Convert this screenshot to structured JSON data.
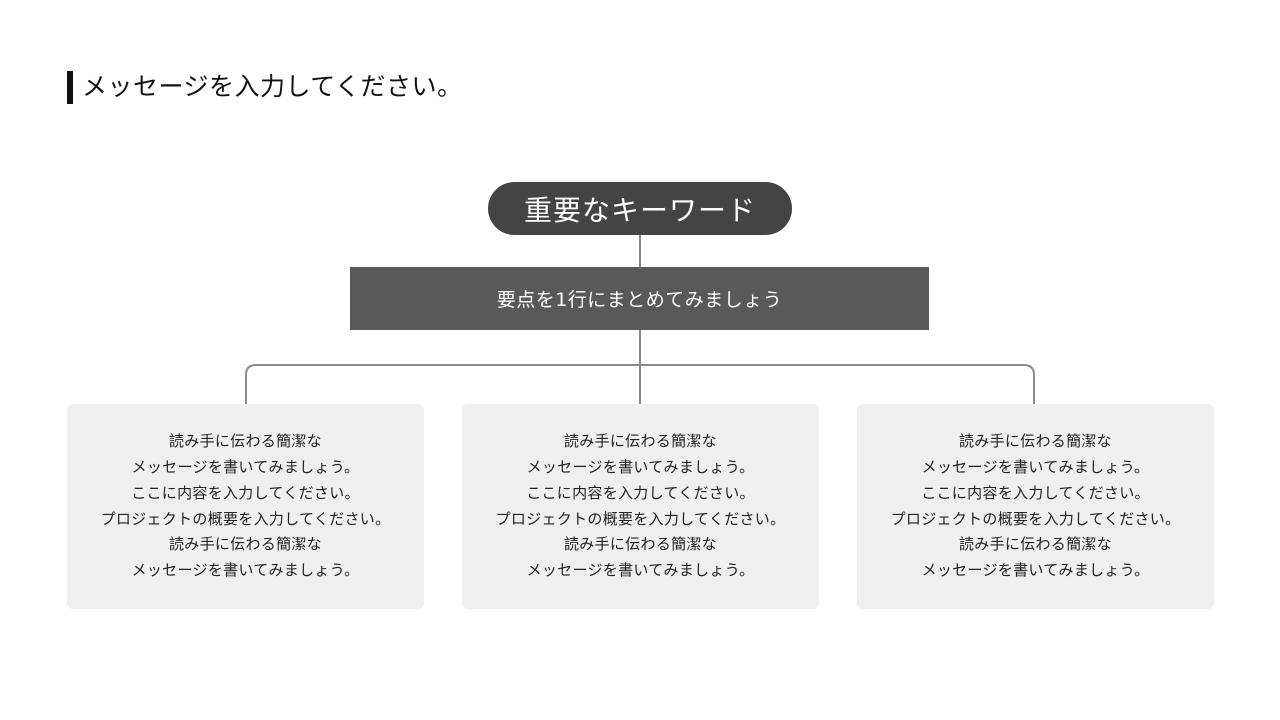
{
  "slide": {
    "title": "メッセージを入力してください。",
    "keyword": "重要なキーワード",
    "summary": "要点を1行にまとめてみましょう",
    "cards": [
      {
        "lines": [
          "読み手に伝わる簡潔な",
          "メッセージを書いてみましょう。",
          "ここに内容を入力してください。",
          "プロジェクトの概要を入力してください。",
          "読み手に伝わる簡潔な",
          "メッセージを書いてみましょう。"
        ]
      },
      {
        "lines": [
          "読み手に伝わる簡潔な",
          "メッセージを書いてみましょう。",
          "ここに内容を入力してください。",
          "プロジェクトの概要を入力してください。",
          "読み手に伝わる簡潔な",
          "メッセージを書いてみましょう。"
        ]
      },
      {
        "lines": [
          "読み手に伝わる簡潔な",
          "メッセージを書いてみましょう。",
          "ここに内容を入力してください。",
          "プロジェクトの概要を入力してください。",
          "読み手に伝わる簡潔な",
          "メッセージを書いてみましょう。"
        ]
      }
    ]
  },
  "colors": {
    "keyword_bg": "#444444",
    "summary_bg": "#595959",
    "card_bg": "#efefef",
    "connector": "#8c8c8c",
    "title_bar": "#111111"
  }
}
